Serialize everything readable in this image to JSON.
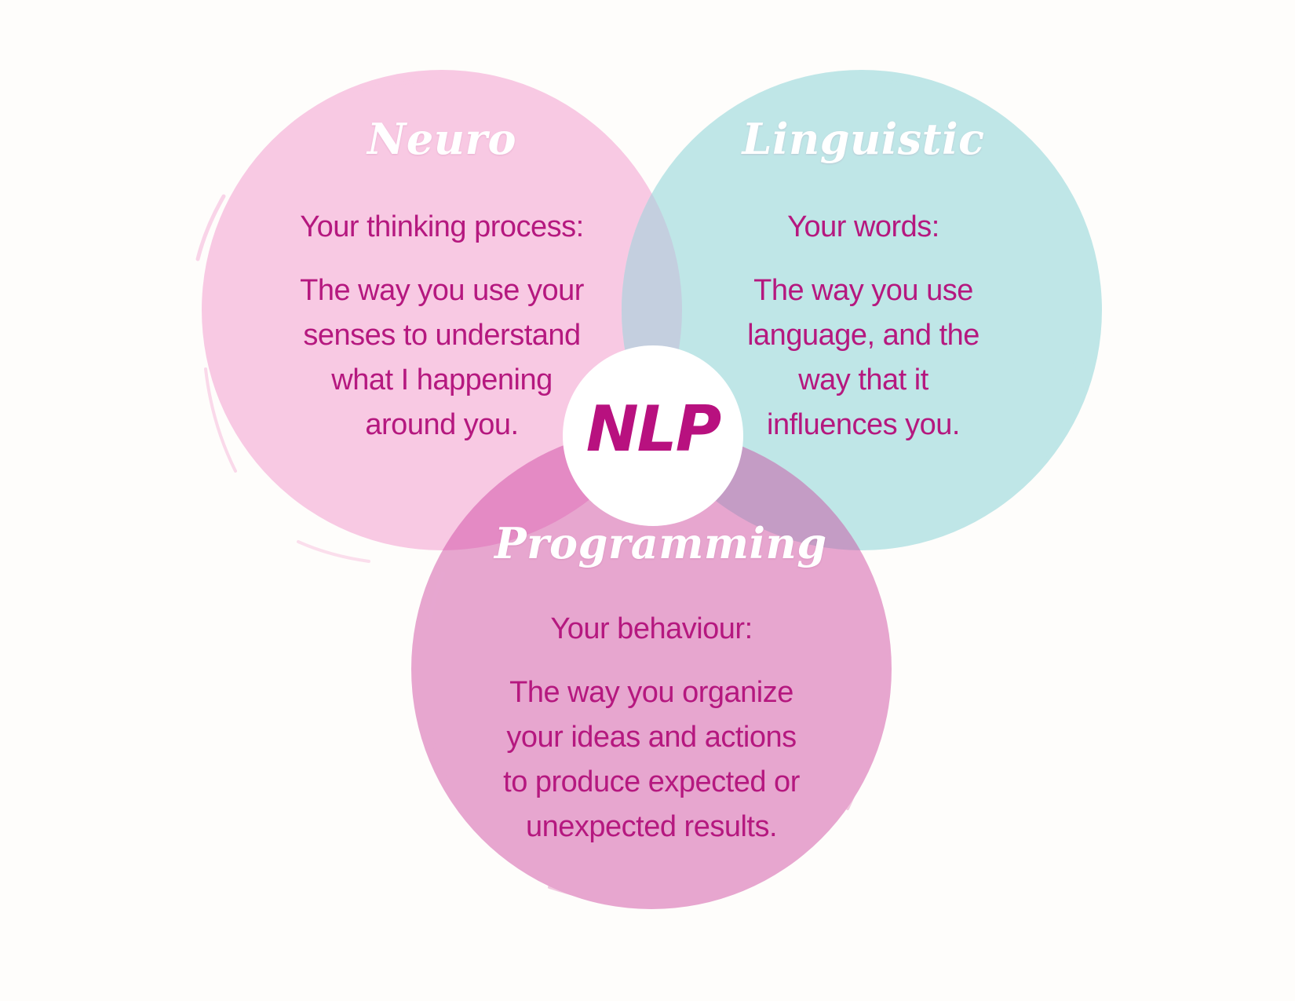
{
  "colors": {
    "neuro_fill": "#f8c9e3",
    "linguistic_fill": "#bfe6e7",
    "programming_fill": "#e7a6cf",
    "neuro_linguistic_overlap": "#c4cfdf",
    "neuro_programming_overlap": "#e48ac4",
    "linguistic_programming_overlap": "#c49cc5",
    "center_fill": "#ffffff",
    "title_text": "#ffffff",
    "body_text": "#b5187f",
    "nlp_text": "#b8117f"
  },
  "center": {
    "label": "NLP"
  },
  "circles": [
    {
      "id": "neuro",
      "title": "Neuro",
      "subtitle": "Your thinking process:",
      "description": [
        "The way you use your",
        "senses to understand",
        "what I happening",
        "around you."
      ]
    },
    {
      "id": "linguistic",
      "title": "Linguistic",
      "subtitle": "Your words:",
      "description": [
        "The way you use",
        "language, and the",
        "way that it",
        "influences you."
      ]
    },
    {
      "id": "programming",
      "title": "Programming",
      "subtitle": "Your behaviour:",
      "description": [
        "The way you organize",
        "your ideas and actions",
        "to produce expected or",
        "unexpected results."
      ]
    }
  ]
}
